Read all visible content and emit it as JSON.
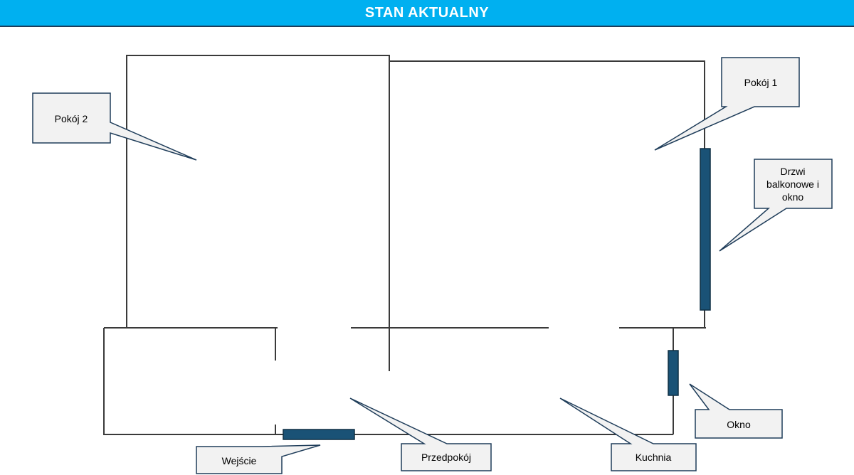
{
  "header": {
    "title": "STAN AKTUALNY",
    "background": "#00b0f0"
  },
  "colors": {
    "wall": "#3a3a3a",
    "opening_fill": "#1a5276",
    "callout_fill": "#f2f2f2",
    "callout_border": "#1f3d5a"
  },
  "labels": {
    "pokoj2": "Pokój 2",
    "pokoj1": "Pokój 1",
    "drzwi_line1": "Drzwi",
    "drzwi_line2": "balkonowe i",
    "drzwi_line3": "okno",
    "okno": "Okno",
    "wejscie": "Wejście",
    "przedpokoj": "Przedpokój",
    "kuchnia": "Kuchnia"
  }
}
